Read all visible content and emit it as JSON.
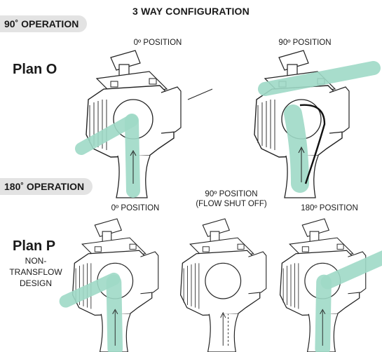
{
  "title": "3 WAY CONFIGURATION",
  "sections": {
    "op90": {
      "label": "90˚ OPERATION"
    },
    "op180": {
      "label": "180˚ OPERATION"
    }
  },
  "plans": {
    "plan_o": {
      "name": "Plan O"
    },
    "plan_p": {
      "name": "Plan P",
      "subtitle_lines": [
        "NON-",
        "TRANSFLOW",
        "DESIGN"
      ]
    }
  },
  "positions": {
    "o_0": "0º POSITION",
    "o_90": "90º POSITION",
    "p_0": "0º POSITION",
    "p_90_line1": "90º POSITION",
    "p_90_line2": "(FLOW SHUT OFF)",
    "p_180": "180º POSITION"
  },
  "colors": {
    "flow": "#9ed9c6",
    "line": "#222222",
    "pill": "#e3e3e3"
  }
}
